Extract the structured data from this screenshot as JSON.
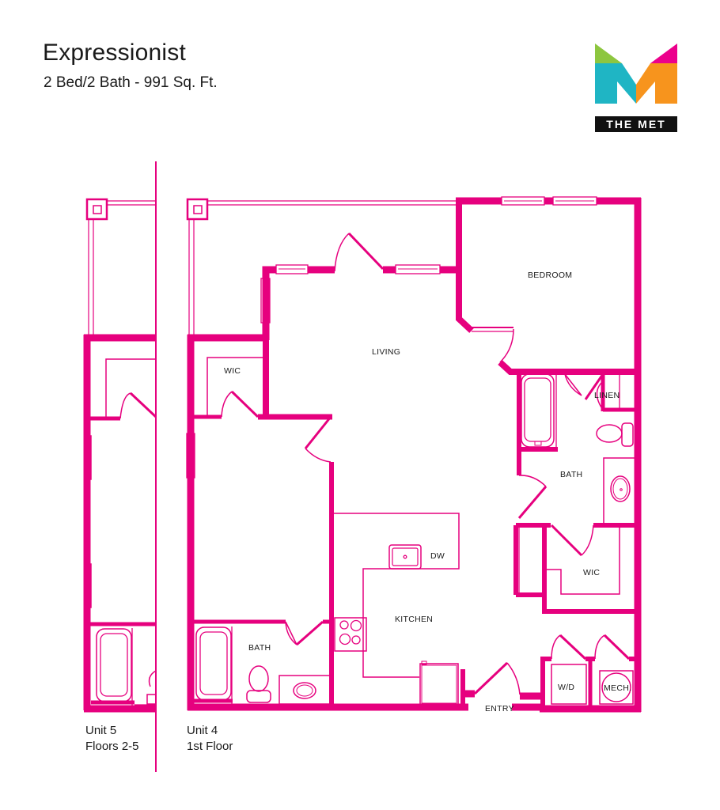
{
  "header": {
    "title": "Expressionist",
    "subtitle": "2 Bed/2 Bath  - 991 Sq. Ft."
  },
  "logo": {
    "text": "THE MET",
    "colors": {
      "green": "#8dc63f",
      "teal": "#1fb5c4",
      "orange": "#f7941d",
      "magenta": "#ec008c"
    }
  },
  "plan": {
    "wall_color": "#e6007e",
    "rooms": {
      "bedroom": "BEDROOM",
      "living": "LIVING",
      "wic_left": "WIC",
      "linen": "LINEN",
      "bath_right": "BATH",
      "wic_right": "WIC",
      "dw": "DW",
      "kitchen": "KITCHEN",
      "bath_left": "BATH",
      "entry": "ENTRY",
      "wd": "W/D",
      "mech": "MECH."
    }
  },
  "units": [
    {
      "name": "Unit 5",
      "floors": "Floors 2-5"
    },
    {
      "name": "Unit 4",
      "floors": "1st Floor"
    }
  ]
}
